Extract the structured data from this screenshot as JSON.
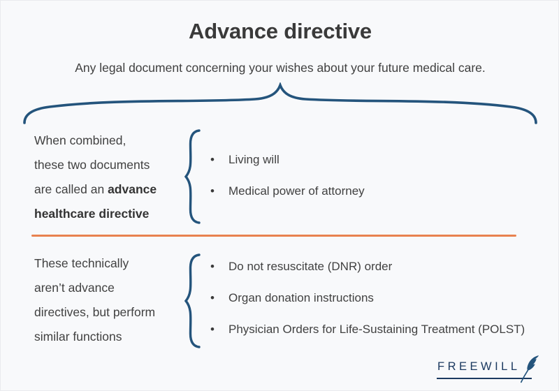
{
  "page": {
    "title": "Advance directive",
    "subtitle": "Any legal document concerning your wishes about your future medical care."
  },
  "colors": {
    "background": "#f8f9fb",
    "brace_navy": "#24547c",
    "divider_orange": "#e8824f",
    "body_text": "#414141",
    "logo_navy": "#1c3a60"
  },
  "sections": [
    {
      "label_lines": [
        {
          "text": "When combined,",
          "bold": ""
        },
        {
          "text": "these two documents",
          "bold": ""
        },
        {
          "text": "are called an ",
          "bold": "advance"
        },
        {
          "text": "",
          "bold": "healthcare directive"
        }
      ],
      "items": [
        "Living will",
        "Medical power of attorney"
      ]
    },
    {
      "label_lines": [
        {
          "text": "These technically",
          "bold": ""
        },
        {
          "text": "aren’t advance",
          "bold": ""
        },
        {
          "text": "directives, but perform",
          "bold": ""
        },
        {
          "text": "similar functions",
          "bold": ""
        }
      ],
      "items": [
        "Do not resuscitate (DNR) order",
        "Organ donation instructions",
        "Physician Orders for Life-Sustaining Treatment (POLST)"
      ]
    }
  ],
  "logo": {
    "text": "FREEWILL"
  }
}
